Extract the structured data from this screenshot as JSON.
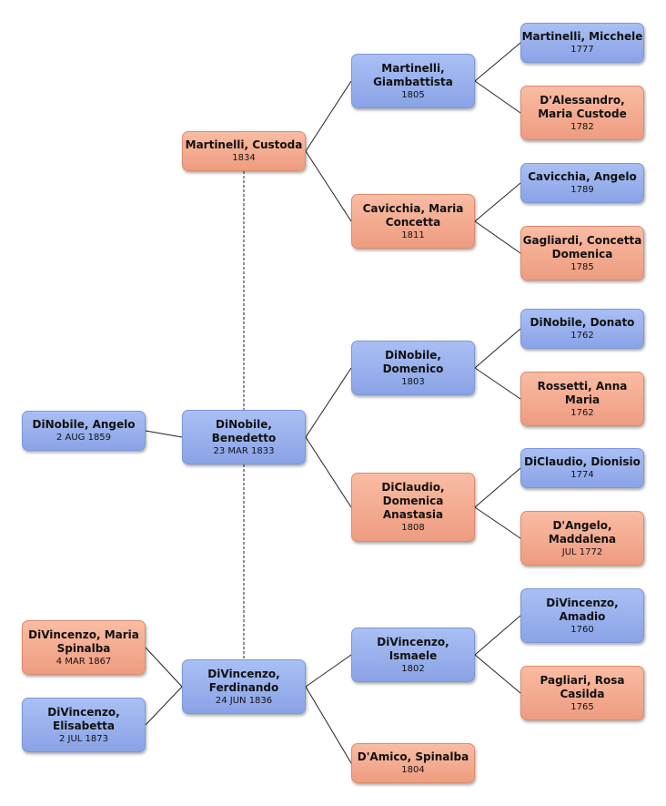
{
  "people": {
    "angelo": {
      "name": "DiNobile, Angelo",
      "date": "2 AUG 1859",
      "sex": "m"
    },
    "custoda": {
      "name": "Martinelli, Custoda",
      "date": "1834",
      "sex": "f"
    },
    "benedetto": {
      "name": "DiNobile,\nBenedetto",
      "date": "23 MAR 1833",
      "sex": "m"
    },
    "maria_spinalba": {
      "name": "DiVincenzo, Maria\nSpinalba",
      "date": "4 MAR 1867",
      "sex": "f"
    },
    "elisabetta": {
      "name": "DiVincenzo,\nElisabetta",
      "date": "2 JUL 1873",
      "sex": "m"
    },
    "ferdinando": {
      "name": "DiVincenzo,\nFerdinando",
      "date": "24 JUN 1836",
      "sex": "m"
    },
    "giambattista": {
      "name": "Martinelli,\nGiambattista",
      "date": "1805",
      "sex": "m"
    },
    "maria_concetta": {
      "name": "Cavicchia, Maria\nConcetta",
      "date": "1811",
      "sex": "f"
    },
    "domenico": {
      "name": "DiNobile,\nDomenico",
      "date": "1803",
      "sex": "m"
    },
    "domenica_anastasia": {
      "name": "DiClaudio,\nDomenica\nAnastasia",
      "date": "1808",
      "sex": "f"
    },
    "ismaele": {
      "name": "DiVincenzo,\nIsmaele",
      "date": "1802",
      "sex": "m"
    },
    "spinalba": {
      "name": "D'Amico, Spinalba",
      "date": "1804",
      "sex": "f"
    },
    "micchele": {
      "name": "Martinelli, Micchele",
      "date": "1777",
      "sex": "m"
    },
    "maria_custode": {
      "name": "D'Alessandro,\nMaria Custode",
      "date": "1782",
      "sex": "f"
    },
    "angelo_cav": {
      "name": "Cavicchia, Angelo",
      "date": "1789",
      "sex": "m"
    },
    "concetta_dom": {
      "name": "Gagliardi, Concetta\nDomenica",
      "date": "1785",
      "sex": "f"
    },
    "donato": {
      "name": "DiNobile, Donato",
      "date": "1762",
      "sex": "m"
    },
    "anna_maria": {
      "name": "Rossetti, Anna\nMaria",
      "date": "1762",
      "sex": "f"
    },
    "dionisio": {
      "name": "DiClaudio, Dionisio",
      "date": "1774",
      "sex": "m"
    },
    "maddalena": {
      "name": "D'Angelo,\nMaddalena",
      "date": "JUL 1772",
      "sex": "f"
    },
    "amadio": {
      "name": "DiVincenzo,\nAmadio",
      "date": "1760",
      "sex": "m"
    },
    "rosa_casilda": {
      "name": "Pagliari, Rosa\nCasilda",
      "date": "1765",
      "sex": "f"
    }
  },
  "colors": {
    "male": "#94acec",
    "female": "#f3aa8e",
    "line": "#222222"
  }
}
